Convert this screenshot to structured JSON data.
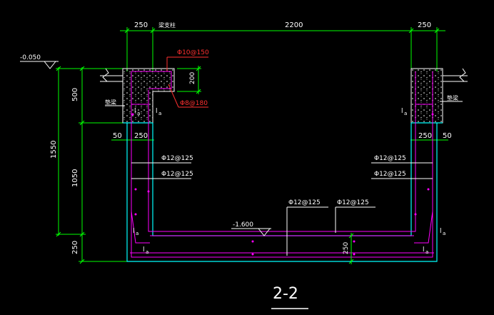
{
  "dimensions": {
    "top_left_wall": "250",
    "top_span": "2200",
    "top_right_wall": "250",
    "left_total_height": "1550",
    "left_upper": "500",
    "left_middle": "1050",
    "left_bottom": "250",
    "inner_left_ledge": "50",
    "inner_left_wall": "250",
    "inner_right_wall": "250",
    "inner_right_ledge": "50",
    "notch_height": "200",
    "bottom_slab": "250"
  },
  "elevations": {
    "top": "-0.050",
    "bottom": "-1.600"
  },
  "rebar": {
    "top_red_1": "Φ10@150",
    "top_red_2": "Φ8@180",
    "left_wall_1": "Φ12@125",
    "left_wall_2": "Φ12@125",
    "right_wall_1": "Φ12@125",
    "right_wall_2": "Φ12@125",
    "bottom_1": "Φ12@125",
    "bottom_2": "Φ12@125"
  },
  "annotations": {
    "beam_left_top": "梁支柱",
    "beam_left": "垫梁",
    "beam_right": "垫梁",
    "la": "l",
    "la_sub": "a"
  },
  "title": "2-2",
  "colors": {
    "dim": "#00ff00",
    "text": "#ffffff",
    "outline": "#00ffff",
    "rebar": "#ff00ff",
    "red": "#ff3030",
    "concrete": "#ffffff"
  }
}
